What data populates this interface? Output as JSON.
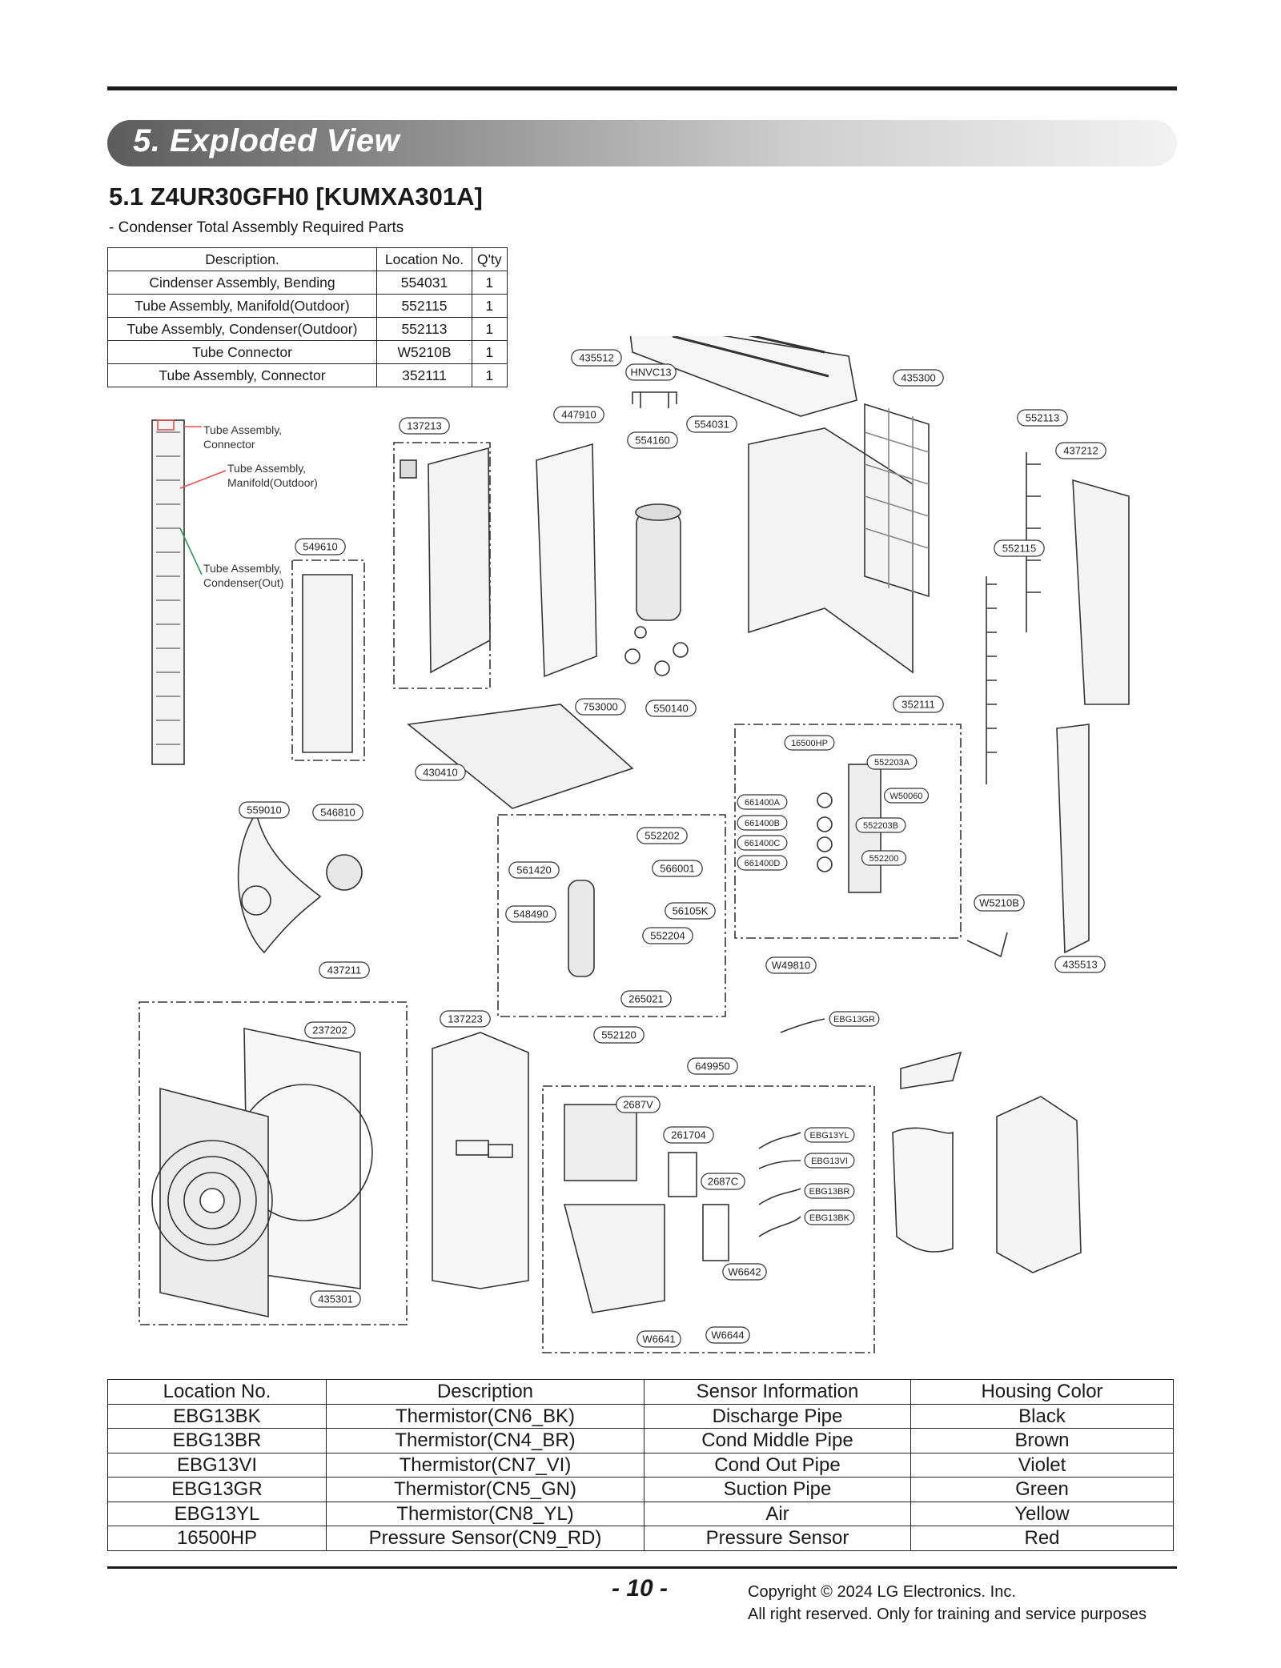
{
  "header": {
    "section_title": "5. Exploded View",
    "model_title": "5.1 Z4UR30GFH0 [KUMXA301A]",
    "note": "- Condenser Total Assembly Required Parts"
  },
  "parts_table": {
    "headers": [
      "Description.",
      "Location No.",
      "Q'ty"
    ],
    "rows": [
      [
        "Cindenser Assembly, Bending",
        "554031",
        "1"
      ],
      [
        "Tube Assembly, Manifold(Outdoor)",
        "552115",
        "1"
      ],
      [
        "Tube Assembly, Condenser(Outdoor)",
        "552113",
        "1"
      ],
      [
        "Tube Connector",
        "W5210B",
        "1"
      ],
      [
        "Tube Assembly, Connector",
        "352111",
        "1"
      ]
    ]
  },
  "diagram": {
    "side_labels": [
      "Tube Assembly,",
      "Connector",
      "Tube Assembly,",
      "Manifold(Outdoor)",
      "Tube Assembly,",
      "Condenser(Out)"
    ],
    "callouts": [
      "435512",
      "HNVC13",
      "435300",
      "447910",
      "554031",
      "552113",
      "137213",
      "554160",
      "437212",
      "549610",
      "552115",
      "753000",
      "550140",
      "352111",
      "430410",
      "16500HP",
      "552203A",
      "W50060",
      "661400A",
      "661400B",
      "661400C",
      "661400D",
      "552203B",
      "552200",
      "559010",
      "546810",
      "552202",
      "561420",
      "566001",
      "548490",
      "56105K",
      "552204",
      "W5210B",
      "W49810",
      "435513",
      "437211",
      "265021",
      "237202",
      "137223",
      "552120",
      "EBG13GR",
      "649950",
      "2687V",
      "261704",
      "EBG13YL",
      "EBG13VI",
      "2687C",
      "EBG13BR",
      "EBG13BK",
      "W6642",
      "435301",
      "W6641",
      "W6644"
    ]
  },
  "sensor_table": {
    "headers": [
      "Location No.",
      "Description",
      "Sensor Information",
      "Housing Color"
    ],
    "rows": [
      [
        "EBG13BK",
        "Thermistor(CN6_BK)",
        "Discharge Pipe",
        "Black"
      ],
      [
        "EBG13BR",
        "Thermistor(CN4_BR)",
        "Cond Middle Pipe",
        "Brown"
      ],
      [
        "EBG13VI",
        "Thermistor(CN7_VI)",
        "Cond Out Pipe",
        "Violet"
      ],
      [
        "EBG13GR",
        "Thermistor(CN5_GN)",
        "Suction Pipe",
        "Green"
      ],
      [
        "EBG13YL",
        "Thermistor(CN8_YL)",
        "Air",
        "Yellow"
      ],
      [
        "16500HP",
        "Pressure Sensor(CN9_RD)",
        "Pressure Sensor",
        "Red"
      ]
    ]
  },
  "footer": {
    "page_number": "- 10 -",
    "copyright_line1": "Copyright © 2024 LG Electronics. Inc.",
    "copyright_line2": "All right reserved. Only for training and service purposes"
  }
}
